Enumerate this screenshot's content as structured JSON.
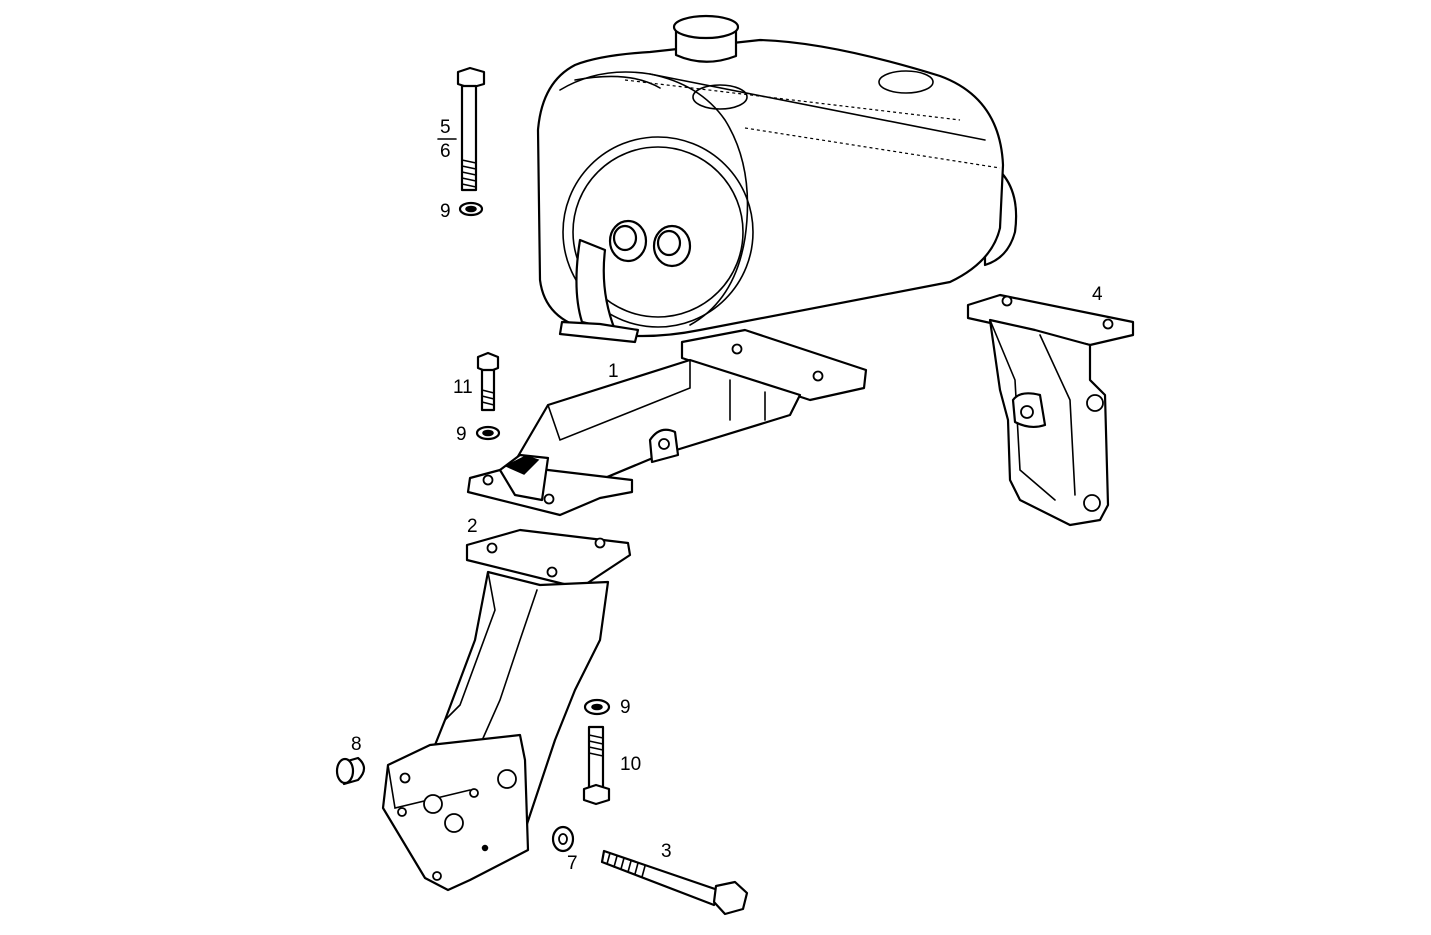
{
  "callouts": {
    "c1": "1",
    "c2": "2",
    "c3": "3",
    "c4": "4",
    "c5": "5",
    "c6": "6",
    "c7": "7",
    "c8": "8",
    "c9a": "9",
    "c9b": "9",
    "c9c": "9",
    "c10": "10",
    "c11": "11"
  },
  "parts": [
    {
      "id": "fuel-tank"
    },
    {
      "id": "1",
      "name": "upper-support-bracket"
    },
    {
      "id": "2",
      "name": "lower-support-bracket"
    },
    {
      "id": "3",
      "name": "long-bolt"
    },
    {
      "id": "4",
      "name": "rear-bracket"
    },
    {
      "id": "5/6",
      "name": "long-screw"
    },
    {
      "id": "7",
      "name": "washer"
    },
    {
      "id": "8",
      "name": "bushing"
    },
    {
      "id": "9",
      "name": "lock-washer"
    },
    {
      "id": "10",
      "name": "stud-bolt"
    },
    {
      "id": "11",
      "name": "short-screw"
    }
  ],
  "colors": {
    "ink": "#000000",
    "paper": "#ffffff"
  }
}
